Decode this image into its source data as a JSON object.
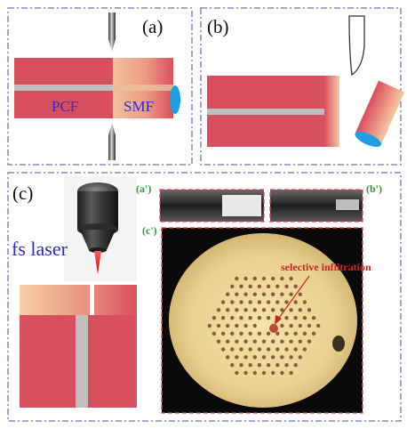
{
  "panels": {
    "a": {
      "label": "(a)",
      "pcf_label": "PCF",
      "smf_label": "SMF"
    },
    "b": {
      "label": "(b)"
    },
    "c": {
      "label": "(c)",
      "laser_label": "fs laser"
    },
    "a_prime": {
      "label": "(a')"
    },
    "b_prime": {
      "label": "(b')"
    },
    "c_prime": {
      "label": "(c')",
      "annotation": "selective infiltration"
    }
  },
  "colors": {
    "fiber_red": "#d8505e",
    "fiber_core": "#bfbfbf",
    "smf_peach": "#f2c29a",
    "panel_border": "#7a6fb0",
    "micro_border": "#d94a4a",
    "label_blue": "#2a2ad0",
    "label_green": "#2f9a3a",
    "annotation_red": "#d02020",
    "end_face_blue": "#1ea0e0"
  },
  "icons": {
    "fs_laser": "objective-lens-icon",
    "cleaver": "cleaver-blade-icon",
    "electrodes": "electrode-needle-icon"
  }
}
